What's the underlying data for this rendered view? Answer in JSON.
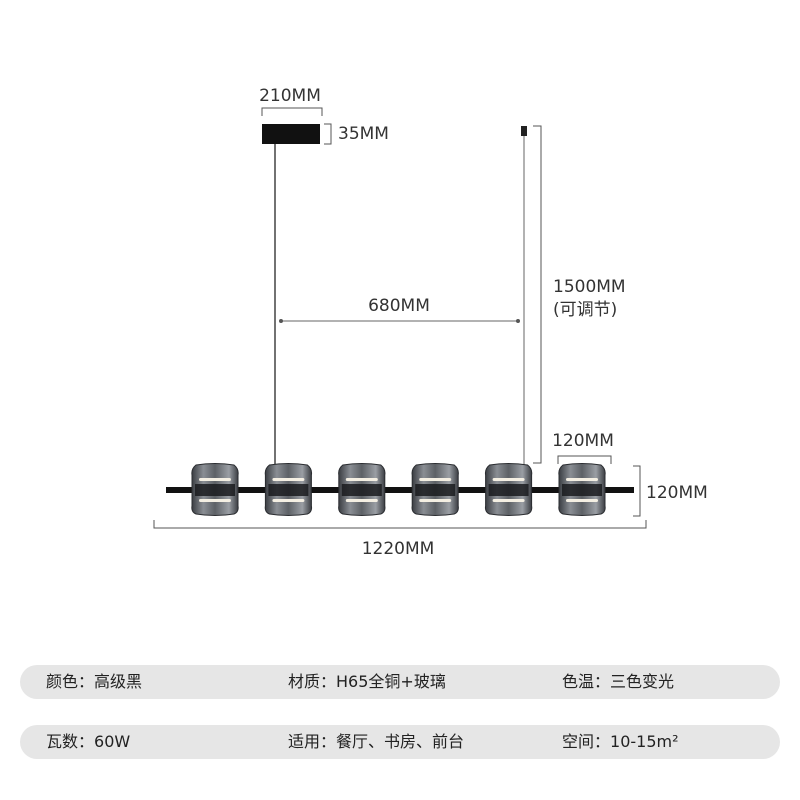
{
  "dimensions": {
    "canopy_width": "210MM",
    "canopy_height": "35MM",
    "suspension_length": "1500MM",
    "suspension_note": "(可调节)",
    "wire_spacing": "680MM",
    "shade_width": "120MM",
    "shade_height": "120MM",
    "total_length": "1220MM"
  },
  "shade_count": 6,
  "colors": {
    "metal": "#111111",
    "glass": "#6b6f75",
    "spec_bar": "#e6e6e6"
  },
  "specs": {
    "row1": [
      {
        "label": "颜色：",
        "value": "高级黑"
      },
      {
        "label": "材质：",
        "value": "H65全铜+玻璃"
      },
      {
        "label": "色温：",
        "value": "三色变光"
      }
    ],
    "row2": [
      {
        "label": "瓦数：",
        "value": "60W"
      },
      {
        "label": "适用：",
        "value": "餐厅、书房、前台"
      },
      {
        "label": "空间：",
        "value": "10-15m²"
      }
    ]
  }
}
